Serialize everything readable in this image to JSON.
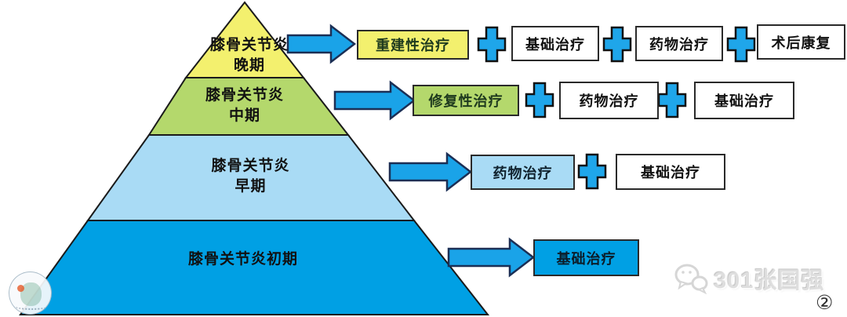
{
  "figure": {
    "description": "Knee osteoarthritis staged-treatment pyramid diagram",
    "page_number": "②"
  },
  "pyramid": {
    "levels": [
      {
        "id": "late",
        "line1": "膝骨关节炎",
        "line2": "晚期",
        "color": "#f3f06e"
      },
      {
        "id": "middle",
        "line1": "膝骨关节炎",
        "line2": "中期",
        "color": "#b4d86c"
      },
      {
        "id": "early",
        "line1": "膝骨关节炎",
        "line2": "早期",
        "color": "#a9dbf5"
      },
      {
        "id": "initial",
        "line1": "膝骨关节炎初期",
        "line2": "",
        "color": "#00a0e4"
      }
    ]
  },
  "rows": [
    {
      "primary": {
        "label": "重建性治疗",
        "color": "#f3f06e"
      },
      "additions": [
        "基础治疗",
        "药物治疗",
        "术后康复"
      ]
    },
    {
      "primary": {
        "label": "修复性治疗",
        "color": "#b4d86c"
      },
      "additions": [
        "药物治疗",
        "基础治疗"
      ]
    },
    {
      "primary": {
        "label": "药物治疗",
        "color": "#a9dbf5"
      },
      "additions": [
        "基础治疗"
      ]
    },
    {
      "primary": {
        "label": "基础治疗",
        "color": "#00a0e4"
      },
      "additions": []
    }
  ],
  "watermark": {
    "icon": "wechat-icon",
    "text": "301张国强"
  },
  "colors": {
    "arrow_fill": "#1aa3e8",
    "arrow_stroke": "#1b2f55",
    "plus_fill": "#1fa6ea",
    "plus_stroke": "#111111",
    "level_late": "#f3f06e",
    "level_middle": "#b4d86c",
    "level_early": "#a9dbf5",
    "level_initial": "#00a0e4",
    "box_border": "#2a2a2a"
  }
}
